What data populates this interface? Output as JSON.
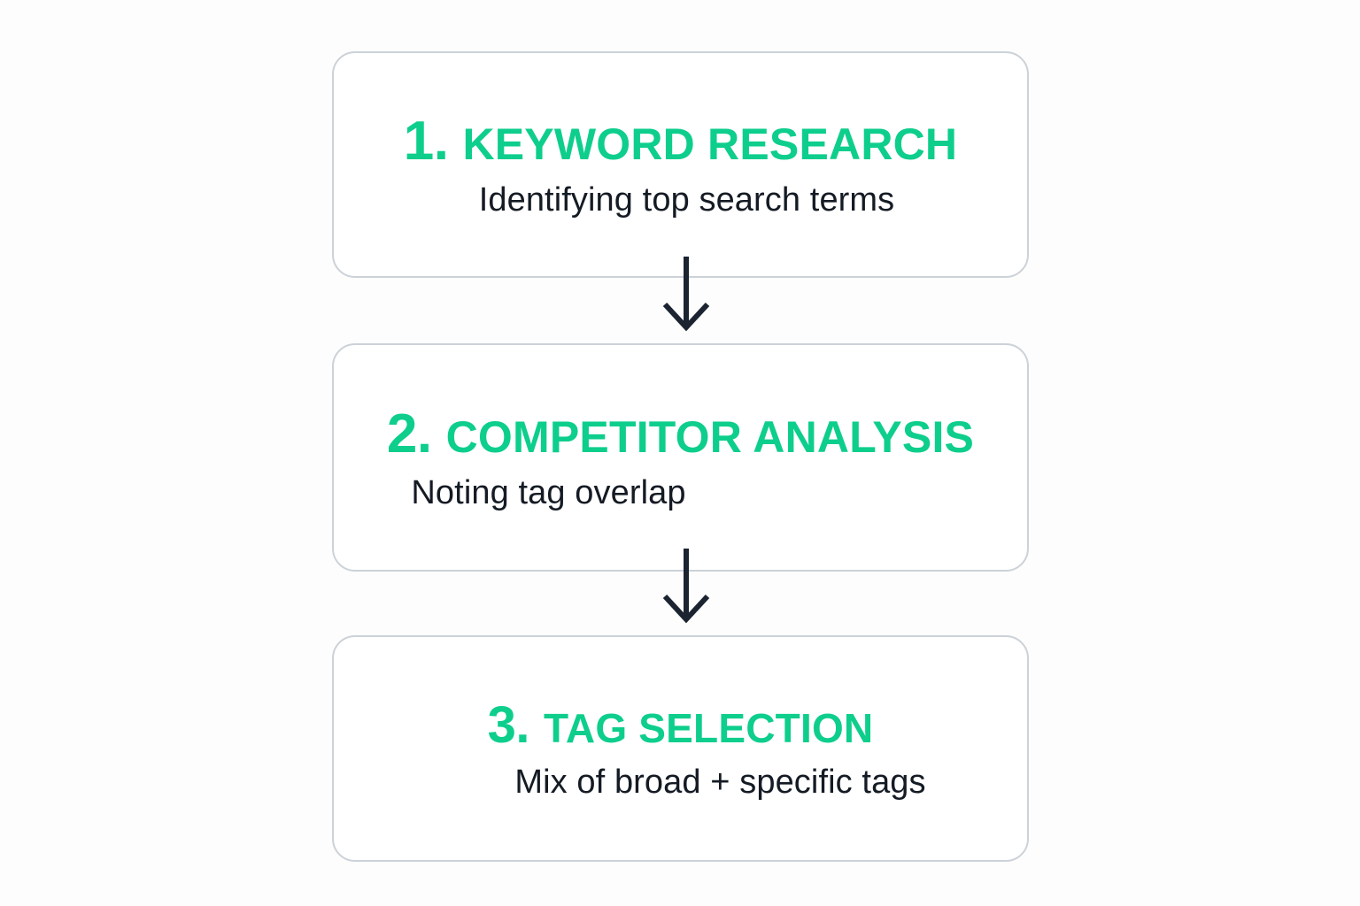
{
  "diagram": {
    "type": "vertical-flow",
    "background_color": "#fdfdfd",
    "accent_color": "#0ece8c",
    "text_color": "#151b24",
    "border_color": "#ccd2d8",
    "arrow_color": "#1b2430",
    "steps": [
      {
        "number": "1.",
        "title": "KEYWORD RESEARCH",
        "subtitle": "Identifying top search terms"
      },
      {
        "number": "2.",
        "title": "COMPETITOR ANALYSIS",
        "subtitle": "Noting tag overlap"
      },
      {
        "number": "3.",
        "title": "TAG SELECTION",
        "subtitle": "Mix of broad + specific tags"
      }
    ],
    "connectors": [
      {
        "name": "arrow-step1-to-step2",
        "direction": "down"
      },
      {
        "name": "arrow-step2-to-step3",
        "direction": "down"
      }
    ]
  }
}
